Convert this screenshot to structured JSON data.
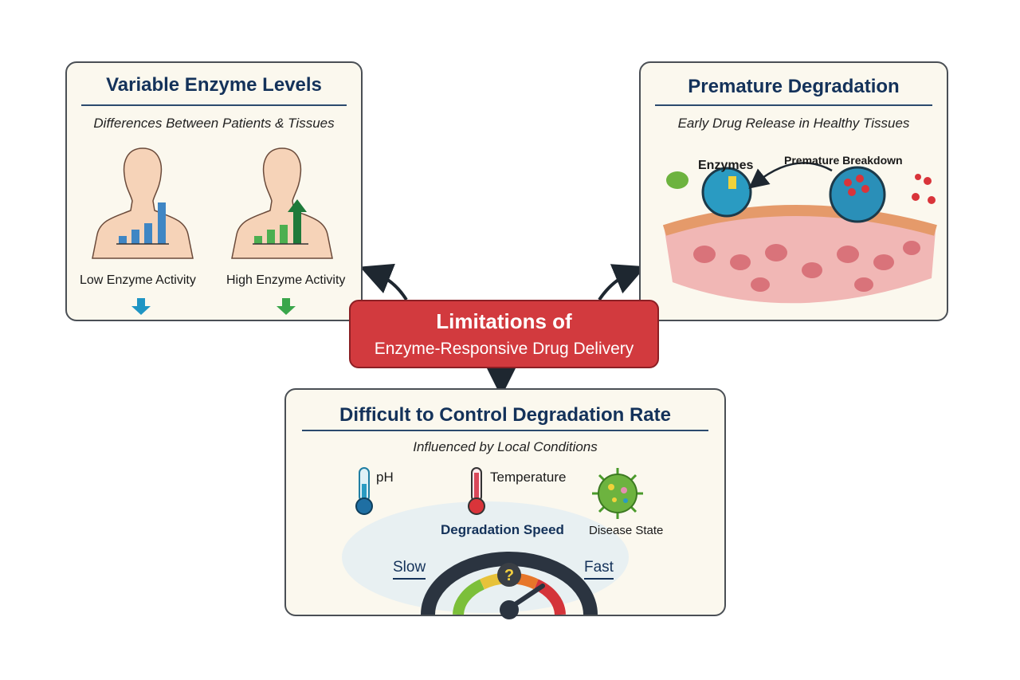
{
  "center": {
    "line1": "Limitations of",
    "line2": "Enzyme-Responsive Drug Delivery",
    "color": "#d23a3e"
  },
  "panels": {
    "variable_levels": {
      "title": "Variable Enzyme Levels",
      "subtitle": "Differences Between Patients & Tissues",
      "left_label": "Low Enzyme Activity",
      "right_label": "High Enzyme Activity",
      "left_bar_color": "#3f86c4",
      "right_bar_color": "#4caf50"
    },
    "premature": {
      "title": "Premature Degradation",
      "subtitle": "Early Drug Release in Healthy Tissues",
      "enzymes_label": "Enzymes",
      "breakdown_label": "Premature Breakdown"
    },
    "degradation_rate": {
      "title": "Difficult to Control Degradation Rate",
      "subtitle": "Influenced by Local Conditions",
      "factors": [
        "pH",
        "Temperature",
        "Disease State"
      ],
      "gauge_label": "Degradation Speed",
      "gauge_min_label": "Slow",
      "gauge_max_label": "Fast",
      "gauge_symbol": "?"
    }
  }
}
